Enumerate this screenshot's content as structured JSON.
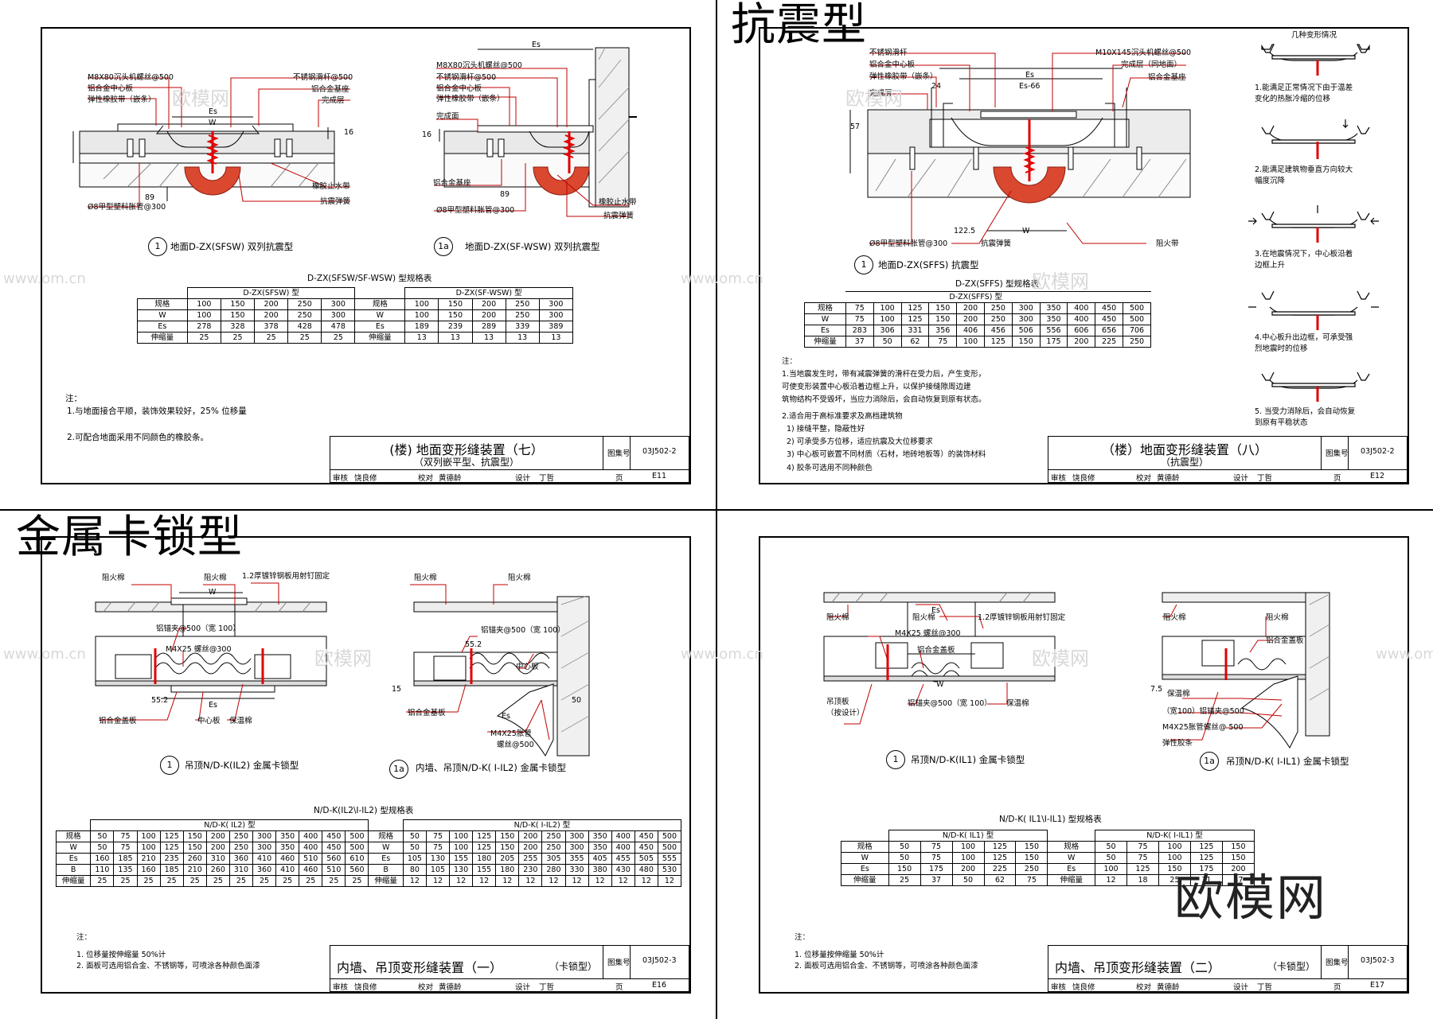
{
  "overlay_titles": {
    "q2": "抗震型",
    "q3": "金属卡锁型"
  },
  "watermark": {
    "site": "欧模网",
    "url": "www.om.cn",
    "brand_big": "欧模网"
  },
  "q1": {
    "labels": {
      "m8x80_1": "M8X80沉头机螺丝@500",
      "al_center_1": "铝合金中心板",
      "rubber_1": "弹性橡胶带（嵌条）",
      "rod_1": "不锈钢滑杆@500",
      "al_base_1": "铝合金基座",
      "finish_1": "完成层",
      "es_1": "Es",
      "w_1": "W",
      "d16": "16",
      "waterstop_1": "橡胶止水带",
      "spring_1": "抗震弹簧",
      "pipe_1": "Ø8甲型塑料胀管@300",
      "d89_1": "89",
      "es_2": "Es",
      "m8x80_2": "M8X80沉头机螺丝@500",
      "rod_2": "不锈钢滑杆@500",
      "al_center_2": "铝合金中心板",
      "rubber_2": "弹性橡胶带（嵌条）",
      "finish_2": "完成面",
      "al_base_2": "铝合金基座",
      "pipe_2": "Ø8甲型塑料胀管@300",
      "d89_2": "89",
      "waterstop_2": "橡胶止水带",
      "spring_2": "抗震弹簧",
      "d16_2": "16"
    },
    "cap1_num": "1",
    "cap1": "地面D-ZX(SFSW) 双列抗震型",
    "cap2_num": "1a",
    "cap2": "地面D-ZX(SF-WSW) 双列抗震型",
    "table_title": "D-ZX(SFSW/SF-WSW) 型规格表",
    "table_head": [
      "D-ZX(SFSW) 型",
      "D-ZX(SF-WSW) 型"
    ],
    "rows": [
      [
        "规格",
        "100",
        "150",
        "200",
        "250",
        "300",
        "规格",
        "100",
        "150",
        "200",
        "250",
        "300"
      ],
      [
        "W",
        "100",
        "150",
        "200",
        "250",
        "300",
        "W",
        "100",
        "150",
        "200",
        "250",
        "300"
      ],
      [
        "Es",
        "278",
        "328",
        "378",
        "428",
        "478",
        "Es",
        "189",
        "239",
        "289",
        "339",
        "389"
      ],
      [
        "伸缩量",
        "25",
        "25",
        "25",
        "25",
        "25",
        "伸缩量",
        "13",
        "13",
        "13",
        "13",
        "13"
      ]
    ],
    "notes": [
      "注：",
      "1.与地面接合平顺，装饰效果较好，25% 位移量",
      "2.可配合地面采用不同颜色的橡胶条。"
    ],
    "tb": {
      "title": "(楼) 地面变形缝装置（七）",
      "subtitle": "（双列嵌平型、抗震型）",
      "atlas_label": "图集号",
      "atlas": "03J502-2",
      "audit": "审核",
      "auditor": "饶良修",
      "check": "校对",
      "checker": "黄德龄",
      "design": "设计",
      "designer": "丁哲",
      "page_label": "页",
      "page": "E11"
    }
  },
  "q2": {
    "labels": {
      "rod": "不锈钢滑杆",
      "al_center": "铝合金中心板",
      "rubber": "弹性橡胶带（嵌条）",
      "finish": "完成层",
      "d24": "24",
      "d57": "57",
      "es66": "Es-66",
      "es": "Es",
      "m10": "M10X145沉头机螺丝@500",
      "finish_same": "完成层（同地面）",
      "al_base": "铝合金基座",
      "d1225": "122.5",
      "w": "W",
      "pipe": "Ø8甲型塑料胀管@300",
      "spring": "抗震弹簧",
      "fire": "阻火带"
    },
    "cap_num": "1",
    "cap": "地面D-ZX(SFFS) 抗震型",
    "table_title": "D-ZX(SFFS) 型规格表",
    "table_head": "D-ZX(SFFS) 型",
    "rows": [
      [
        "规格",
        "75",
        "100",
        "125",
        "150",
        "200",
        "250",
        "300",
        "350",
        "400",
        "450",
        "500"
      ],
      [
        "W",
        "75",
        "100",
        "125",
        "150",
        "200",
        "250",
        "300",
        "350",
        "400",
        "450",
        "500"
      ],
      [
        "Es",
        "283",
        "306",
        "331",
        "356",
        "406",
        "456",
        "506",
        "556",
        "606",
        "656",
        "706"
      ],
      [
        "伸缩量",
        "37",
        "50",
        "62",
        "75",
        "100",
        "125",
        "150",
        "175",
        "200",
        "225",
        "250"
      ]
    ],
    "notes": [
      "注：",
      "1.当地震发生时，带有减震弹簧的滑杆在受力后，产生变形，",
      "可使变形装置中心板沿着边框上升，以保护接缝隙周边建",
      "筑物结构不受毁坏，当应力消除后，会自动恢复到原有状态。",
      "2.适合用于高标准要求及高档建筑物",
      "1) 接缝平整，隐蔽性好",
      "2) 可承受多方位移，适应抗震及大位移要求",
      "3) 中心板可嵌置不同材质（石材，地砖地板等）的装饰材料",
      "4) 胶条可选用不同种颜色"
    ],
    "side_title": "几种变形情况",
    "side": [
      "1.能满足正常情况下由于温差\n变化的热胀冷缩的位移",
      "2.能满足建筑物垂直方向较大\n幅度沉降",
      "3.在地震情况下，中心板沿着\n边框上升",
      "4.中心板升出边框，可承受强\n烈地震时的位移",
      "5. 当受力消除后，会自动恢复\n到原有平稳状态"
    ],
    "tb": {
      "title": "（楼）地面变形缝装置（八）",
      "subtitle": "（抗震型）",
      "atlas_label": "图集号",
      "atlas": "03J502-2",
      "audit": "审核",
      "auditor": "饶良修",
      "check": "校对",
      "checker": "黄德龄",
      "design": "设计",
      "designer": "丁哲",
      "page_label": "页",
      "page": "E12"
    }
  },
  "q3": {
    "labels": {
      "fire1": "阻火棉",
      "fire2": "阻火棉",
      "plate": "1.2厚镀锌钢板用射钉固定",
      "w": "W",
      "clip": "铝锚夹@500（宽 100）",
      "screw": "M4X25 螺丝@300",
      "d552": "55.2",
      "es": "Es",
      "al_base": "铝合金盖板",
      "center": "中心板",
      "insul": "保温棉",
      "fire3": "阻火棉",
      "fire4": "阻火棉",
      "clip2": "铝锚夹@500（宽 100）",
      "d552b": "55.2",
      "center2": "中心板",
      "d15": "15",
      "al_base2": "铝合金基板",
      "es2": "Es",
      "d50": "50",
      "screw2": "M4X25胀管",
      "screw2b": "螺丝@500"
    },
    "cap1_num": "1",
    "cap1": "吊顶N/D-K(IL2) 金属卡锁型",
    "cap2_num": "1a",
    "cap2": "内墙、吊顶N/D-K( I-IL2) 金属卡锁型",
    "table_title": "N/D-K(IL2\\I-IL2) 型规格表",
    "table_head": [
      "N/D-K( IL2) 型",
      "N/D-K( I-IL2) 型"
    ],
    "rows": [
      [
        "规格",
        "50",
        "75",
        "100",
        "125",
        "150",
        "200",
        "250",
        "300",
        "350",
        "400",
        "450",
        "500",
        "规格",
        "50",
        "75",
        "100",
        "125",
        "150",
        "200",
        "250",
        "300",
        "350",
        "400",
        "450",
        "500"
      ],
      [
        "W",
        "50",
        "75",
        "100",
        "125",
        "150",
        "200",
        "250",
        "300",
        "350",
        "400",
        "450",
        "500",
        "W",
        "50",
        "75",
        "100",
        "125",
        "150",
        "200",
        "250",
        "300",
        "350",
        "400",
        "450",
        "500"
      ],
      [
        "Es",
        "160",
        "185",
        "210",
        "235",
        "260",
        "310",
        "360",
        "410",
        "460",
        "510",
        "560",
        "610",
        "Es",
        "105",
        "130",
        "155",
        "180",
        "205",
        "255",
        "305",
        "355",
        "405",
        "455",
        "505",
        "555"
      ],
      [
        "B",
        "110",
        "135",
        "160",
        "185",
        "210",
        "260",
        "310",
        "360",
        "410",
        "460",
        "510",
        "560",
        "B",
        "80",
        "105",
        "130",
        "155",
        "180",
        "230",
        "280",
        "330",
        "380",
        "430",
        "480",
        "530"
      ],
      [
        "伸缩量",
        "25",
        "25",
        "25",
        "25",
        "25",
        "25",
        "25",
        "25",
        "25",
        "25",
        "25",
        "25",
        "伸缩量",
        "12",
        "12",
        "12",
        "12",
        "12",
        "12",
        "12",
        "12",
        "12",
        "12",
        "12",
        "12"
      ]
    ],
    "notes": [
      "注：",
      "1. 位移量按伸缩量 50%计",
      "2. 面板可选用铝合金、不锈钢等，可喷涂各种颜色面漆"
    ],
    "tb": {
      "title": "内墙、吊顶变形缝装置（一）",
      "subtitle": "（卡锁型）",
      "atlas_label": "图集号",
      "atlas": "03J502-3",
      "audit": "审核",
      "auditor": "饶良修",
      "check": "校对",
      "checker": "黄德龄",
      "design": "设计",
      "designer": "丁哲",
      "page_label": "页",
      "page": "E16"
    }
  },
  "q4": {
    "labels": {
      "fire1": "阻火棉",
      "fire2": "阻火棉",
      "plate": "1.2厚镀锌钢板用射钉固定",
      "es": "Es",
      "screw": "M4X25 螺丝@300",
      "al_base": "铝合金盖板",
      "w": "W",
      "ceiling": "吊顶板",
      "by_design": "（按设计）",
      "clip": "铝锚夹@500（宽 100）",
      "insul": "保温棉",
      "fire3": "阻火棉",
      "fire4": "阻火棉",
      "al_base2": "铝合金盖板",
      "insul2": "保温棉",
      "clip2": "（宽100）铝锚夹@500",
      "screw2": "M4X25胀管螺丝@ 500",
      "rubber": "弹性胶条",
      "d75": "7.5"
    },
    "cap1_num": "1",
    "cap1": "吊顶N/D-K(IL1) 金属卡锁型",
    "cap2_num": "1a",
    "cap2": "吊顶N/D-K( I-IL1) 金属卡锁型",
    "table_title": "N/D-K( IL1\\I-IL1) 型规格表",
    "table_head": [
      "N/D-K( IL1) 型",
      "N/D-K( I-IL1) 型"
    ],
    "rows": [
      [
        "规格",
        "50",
        "75",
        "100",
        "125",
        "150",
        "规格",
        "50",
        "75",
        "100",
        "125",
        "150"
      ],
      [
        "W",
        "50",
        "75",
        "100",
        "125",
        "150",
        "W",
        "50",
        "75",
        "100",
        "125",
        "150"
      ],
      [
        "Es",
        "150",
        "175",
        "200",
        "225",
        "250",
        "Es",
        "100",
        "125",
        "150",
        "175",
        "200"
      ],
      [
        "伸缩量",
        "25",
        "37",
        "50",
        "62",
        "75",
        "伸缩量",
        "12",
        "18",
        "25",
        "31",
        "37"
      ]
    ],
    "notes": [
      "注：",
      "1. 位移量按伸缩量 50%计",
      "2. 面板可选用铝合金、不锈钢等，可喷涂各种颜色面漆"
    ],
    "tb": {
      "title": "内墙、吊顶变形缝装置（二）",
      "subtitle": "（卡锁型）",
      "atlas_label": "图集号",
      "atlas": "03J502-3",
      "audit": "审核",
      "auditor": "饶良修",
      "check": "校对",
      "checker": "黄德龄",
      "design": "设计",
      "designer": "丁哲",
      "page_label": "页",
      "page": "E17"
    }
  }
}
